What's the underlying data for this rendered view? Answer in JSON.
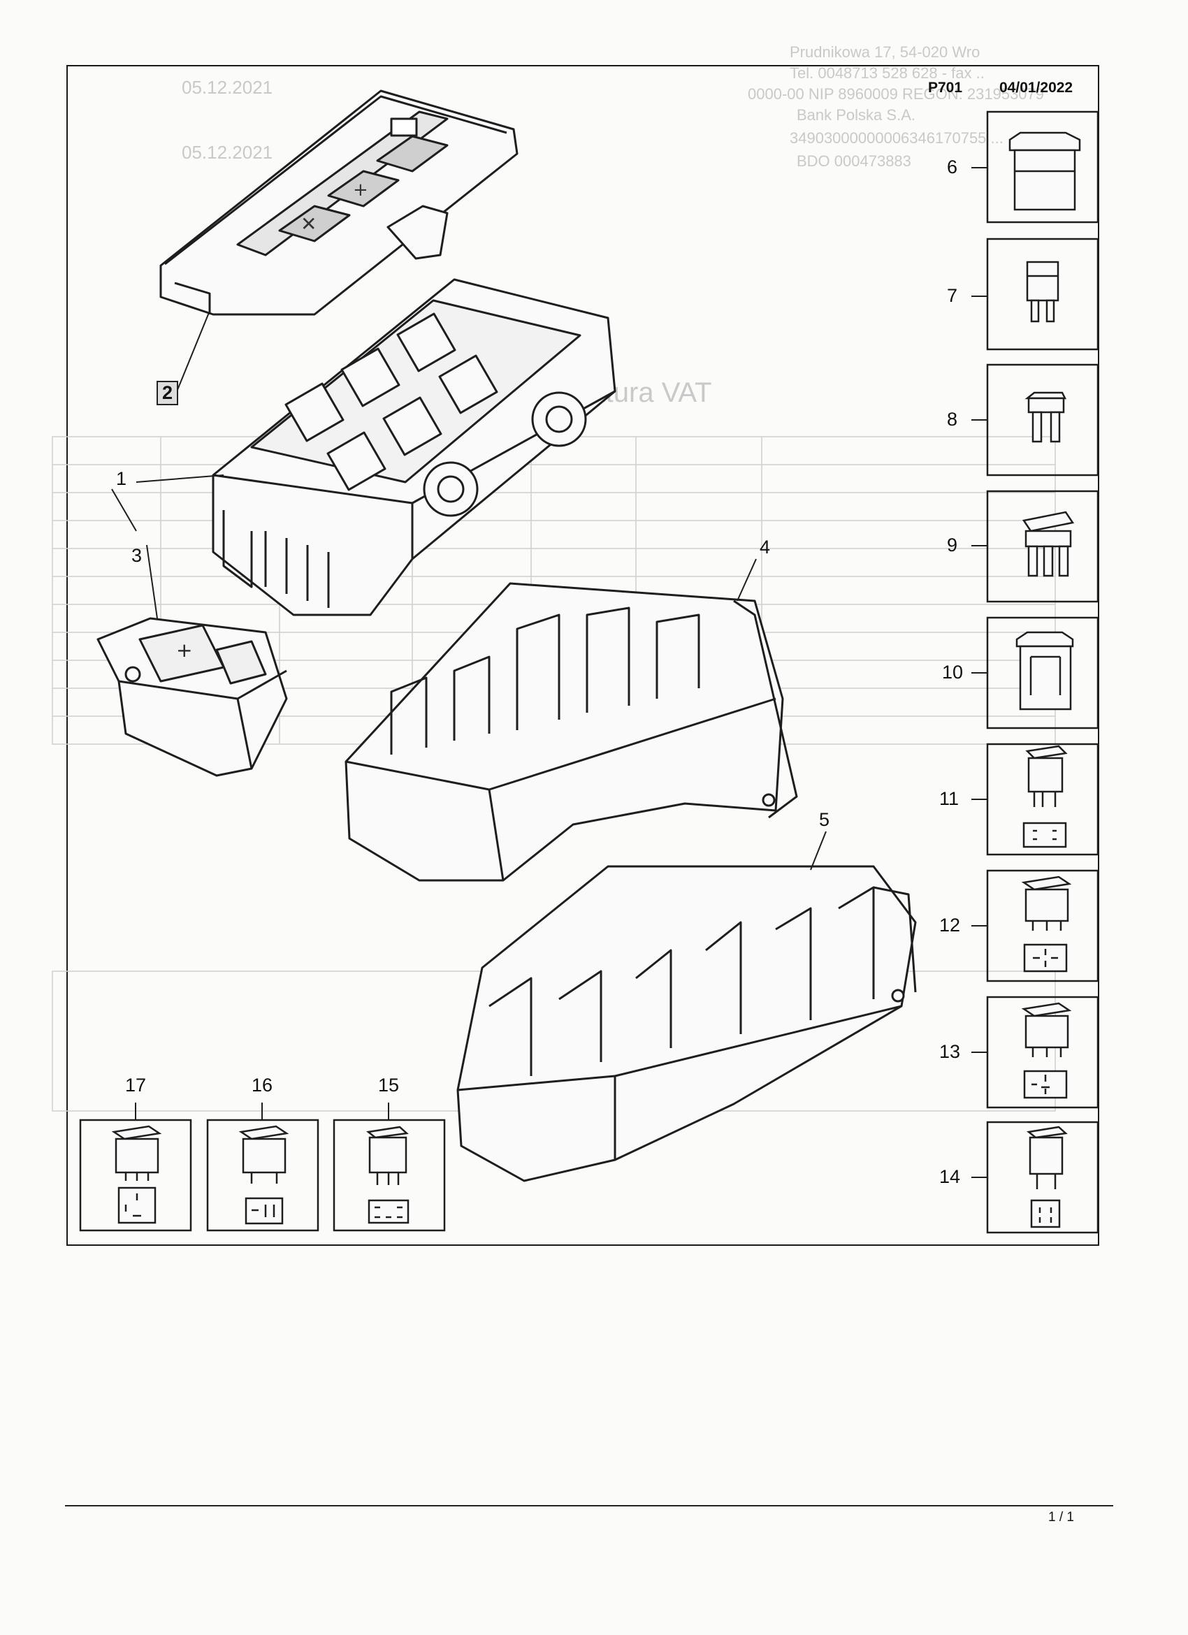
{
  "document": {
    "ref_code": "P701",
    "date": "04/01/2022",
    "page_number": "1 / 1"
  },
  "callouts": {
    "c1": "1",
    "c2": "2",
    "c3": "3",
    "c4": "4",
    "c5": "5"
  },
  "parts_right": [
    {
      "number": "6",
      "kind": "maxi-fuse"
    },
    {
      "number": "7",
      "kind": "mini-fuse-2pin"
    },
    {
      "number": "8",
      "kind": "mini-fuse-2pin"
    },
    {
      "number": "9",
      "kind": "mini-fuse-3pin"
    },
    {
      "number": "10",
      "kind": "cartridge-fuse"
    },
    {
      "number": "11",
      "kind": "micro-relay"
    },
    {
      "number": "12",
      "kind": "mini-relay"
    },
    {
      "number": "13",
      "kind": "mini-relay"
    },
    {
      "number": "14",
      "kind": "micro-relay"
    }
  ],
  "parts_bottom": [
    {
      "number": "17",
      "kind": "mini-relay"
    },
    {
      "number": "16",
      "kind": "mini-relay"
    },
    {
      "number": "15",
      "kind": "micro-relay"
    }
  ],
  "bleed_through": {
    "top_right_lines": [
      "Prudnikowa 17, 54-020 Wro",
      "Tel. 0048713 528 628 - fax ..",
      "0000-00 NIP 8960009 REGON: 231953079",
      "Bank Polska S.A.",
      "34903000000006346170755 ...",
      "BDO 000473883"
    ],
    "dates": [
      "05.12.2021",
      "05.12.2021"
    ],
    "invoice_title": "Faktura VAT"
  }
}
